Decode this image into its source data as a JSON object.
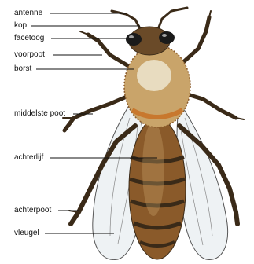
{
  "labels": {
    "antenne": "antenne",
    "kop": "kop",
    "facetoog": "facetoog",
    "voorpoot": "voorpoot",
    "borst": "borst",
    "middelste_poot": "middelste poot",
    "achterlijf": "achterlijf",
    "achterpoot": "achterpoot",
    "vleugel": "vleugel"
  },
  "colors": {
    "body_dark": "#3a2a18",
    "body_brown": "#8a5a2a",
    "fur_tan": "#c9a46a",
    "stripe_orange": "#c8782e",
    "thorax_light": "#e8dcc0",
    "wing": "#eef2f4",
    "wing_vein": "#6a6a6a",
    "line": "#111111"
  }
}
